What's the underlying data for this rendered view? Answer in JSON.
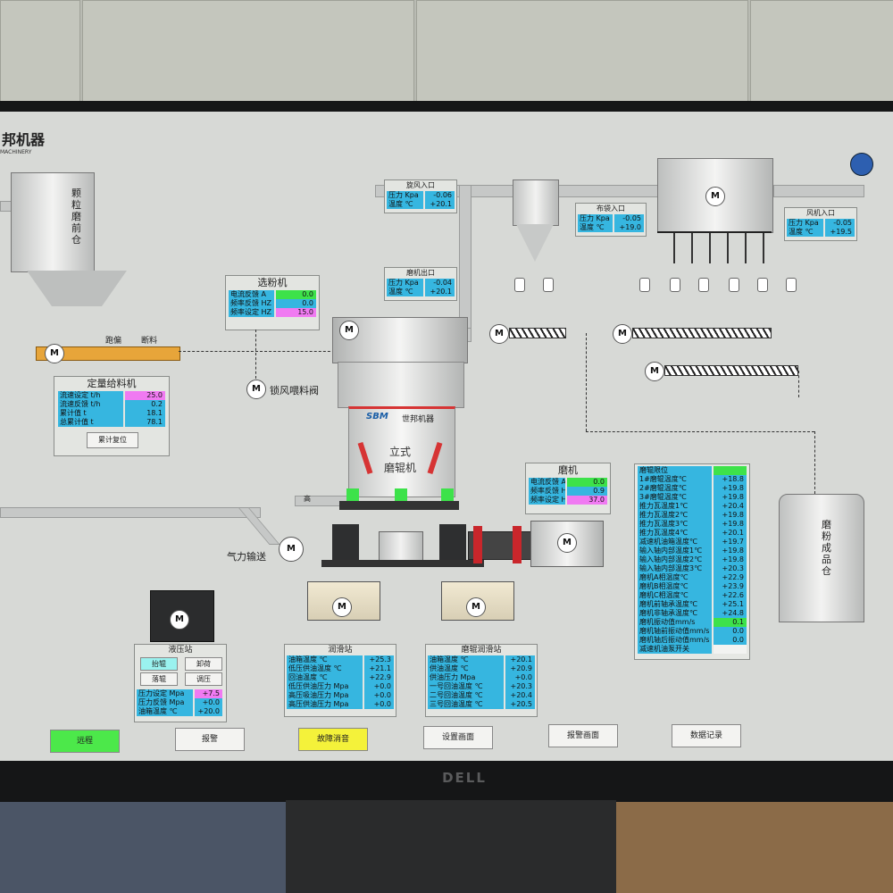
{
  "brand": {
    "name": "邦机器",
    "sub": "MACHINERY"
  },
  "monitor_brand": "DELL",
  "silo_raw": {
    "label": "颗粒磨前仓"
  },
  "silo_product": {
    "label": "磨粉成品仓"
  },
  "feeder_labels": {
    "left": "跑偏",
    "right": "断料"
  },
  "motor_symbol": "M",
  "cyclone_inlet": {
    "title": "旋风入口",
    "rows": [
      {
        "label": "压力 Kpa",
        "value": "-0.06"
      },
      {
        "label": "温度 ℃",
        "value": "+20.1"
      }
    ]
  },
  "mill_outlet": {
    "title": "磨机出口",
    "rows": [
      {
        "label": "压力 Kpa",
        "value": "-0.04"
      },
      {
        "label": "温度 ℃",
        "value": "+20.1"
      }
    ]
  },
  "bag_inlet": {
    "title": "布袋入口",
    "rows": [
      {
        "label": "压力 Kpa",
        "value": "-0.05"
      },
      {
        "label": "温度 ℃",
        "value": "+19.0"
      }
    ]
  },
  "fan_inlet": {
    "title": "风机入口",
    "rows": [
      {
        "label": "压力 Kpa",
        "value": "-0.05"
      },
      {
        "label": "温度 ℃",
        "value": "+19.5"
      }
    ]
  },
  "classifier": {
    "title": "选粉机",
    "rows": [
      {
        "label": "电流反馈 A",
        "value": "0.0",
        "color": "green"
      },
      {
        "label": "频率反馈 HZ",
        "value": "0.0",
        "color": "blue"
      },
      {
        "label": "频率设定 HZ",
        "value": "15.0",
        "color": "magenta"
      }
    ]
  },
  "quant_feeder": {
    "title": "定量给料机",
    "rows": [
      {
        "label": "流速设定 t/h",
        "value": "25.0",
        "color": "magenta"
      },
      {
        "label": "流速反馈 t/h",
        "value": "0.2",
        "color": "blue"
      },
      {
        "label": "累计值 t",
        "value": "18.1",
        "color": "blue"
      },
      {
        "label": "总累计值 t",
        "value": "78.1",
        "color": "blue"
      }
    ],
    "button": "累计复位"
  },
  "lock_valve": {
    "label": "锁风喂料阀"
  },
  "mill_body": {
    "brand": "SBM",
    "brand_cn": "世邦机器",
    "name_line1": "立式",
    "name_line2": "磨辊机"
  },
  "grinder": {
    "title": "磨机",
    "rows": [
      {
        "label": "电流反馈 A",
        "value": "0.0",
        "color": "green"
      },
      {
        "label": "频率反馈 HZ",
        "value": "0.9",
        "color": "blue"
      },
      {
        "label": "频率设定 HZ",
        "value": "37.0",
        "color": "magenta"
      }
    ]
  },
  "pneumatic": {
    "label": "气力输送",
    "high_label": "高"
  },
  "temp_list": {
    "rows": [
      {
        "label": "磨辊限位",
        "value": ""
      },
      {
        "label": "1#磨辊温度℃",
        "value": "+18.8"
      },
      {
        "label": "2#磨辊温度℃",
        "value": "+19.8"
      },
      {
        "label": "3#磨辊温度℃",
        "value": "+19.8"
      },
      {
        "label": "推力瓦温度1℃",
        "value": "+20.4"
      },
      {
        "label": "推力瓦温度2℃",
        "value": "+19.8"
      },
      {
        "label": "推力瓦温度3℃",
        "value": "+19.8"
      },
      {
        "label": "推力瓦温度4℃",
        "value": "+20.1"
      },
      {
        "label": "减速机油箱温度℃",
        "value": "+19.7"
      },
      {
        "label": "输入轴内部温度1℃",
        "value": "+19.8"
      },
      {
        "label": "输入轴内部温度2℃",
        "value": "+19.8"
      },
      {
        "label": "输入轴内部温度3℃",
        "value": "+20.3"
      },
      {
        "label": "磨机A相温度℃",
        "value": "+22.9"
      },
      {
        "label": "磨机B相温度℃",
        "value": "+23.9"
      },
      {
        "label": "磨机C相温度℃",
        "value": "+22.6"
      },
      {
        "label": "磨机前轴承温度℃",
        "value": "+25.1"
      },
      {
        "label": "磨机非轴承温度℃",
        "value": "+24.8"
      },
      {
        "label": "磨机振动值mm/s",
        "value": "0.1"
      },
      {
        "label": "磨机轴前振动值mm/s",
        "value": "0.0"
      },
      {
        "label": "磨机轴后振动值mm/s",
        "value": "0.0"
      },
      {
        "label": "减速机油泵开关",
        "value": ""
      }
    ]
  },
  "hydraulic": {
    "title": "液压站",
    "buttons": [
      "抬辊",
      "卸荷",
      "落辊",
      "调压"
    ],
    "rows": [
      {
        "label": "压力设定 Mpa",
        "value": "+7.5",
        "color": "magenta"
      },
      {
        "label": "压力反馈 Mpa",
        "value": "+0.0",
        "color": "blue"
      },
      {
        "label": "油箱温度 ℃",
        "value": "+20.0",
        "color": "blue"
      }
    ]
  },
  "lube": {
    "title": "润滑站",
    "rows": [
      {
        "label": "油箱温度 ℃",
        "value": "+25.3"
      },
      {
        "label": "低压供油温度 ℃",
        "value": "+21.1"
      },
      {
        "label": "回油温度 ℃",
        "value": "+22.9"
      },
      {
        "label": "低压供油压力 Mpa",
        "value": "+0.0"
      },
      {
        "label": "高压吸油压力 Mpa",
        "value": "+0.0"
      },
      {
        "label": "高压供油压力 Mpa",
        "value": "+0.0"
      }
    ]
  },
  "roller_lube": {
    "title": "磨辊润滑站",
    "rows": [
      {
        "label": "油箱温度 ℃",
        "value": "+20.1"
      },
      {
        "label": "供油温度 ℃",
        "value": "+20.9"
      },
      {
        "label": "供油压力 Mpa",
        "value": "+0.0"
      },
      {
        "label": "一号回油温度 ℃",
        "value": "+20.3"
      },
      {
        "label": "二号回油温度 ℃",
        "value": "+20.4"
      },
      {
        "label": "三号回油温度 ℃",
        "value": "+20.5"
      }
    ]
  },
  "footer": {
    "remote": "远程",
    "alarm": "报警",
    "fault_reset": "故障消音",
    "settings": "设置画面",
    "alarm_screen": "报警画面",
    "data_log": "数据记录"
  },
  "colors": {
    "screen_bg": "#d7d9d6",
    "readout_blue": "#36b6e0",
    "readout_green": "#3de24a",
    "readout_magenta": "#f07af2",
    "button_green": "#4ce84a",
    "button_yellow": "#f4f23a"
  }
}
